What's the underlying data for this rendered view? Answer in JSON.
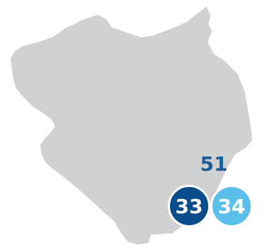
{
  "map": {
    "region_fill": "#d0d1d3",
    "region_stroke": "#ffffff"
  },
  "labels": {
    "label_51": {
      "text": "51",
      "color": "#1f5d99"
    }
  },
  "markers": [
    {
      "text": "33",
      "color": "#0a4d8a"
    },
    {
      "text": "34",
      "color": "#5bbfe9"
    }
  ]
}
